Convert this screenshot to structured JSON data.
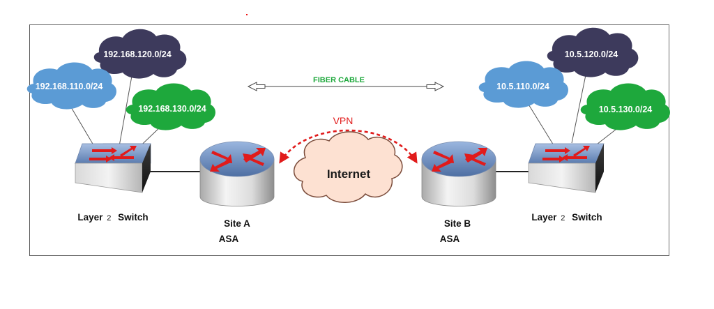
{
  "networks": {
    "site_a": [
      {
        "label": "192.168.120.0/24",
        "color": "#3d3a5c"
      },
      {
        "label": "192.168.110.0/24",
        "color": "#5b9bd5"
      },
      {
        "label": "192.168.130.0/24",
        "color": "#1ea83c"
      }
    ],
    "site_b": [
      {
        "label": "10.5.120.0/24",
        "color": "#3d3a5c"
      },
      {
        "label": "10.5.110.0/24",
        "color": "#5b9bd5"
      },
      {
        "label": "10.5.130.0/24",
        "color": "#1ea83c"
      }
    ]
  },
  "fiber_label": "FIBER CABLE",
  "vpn_label": "VPN",
  "internet_label": "Internet",
  "switches": {
    "left": {
      "label_pre": "Layer",
      "label_num": "2",
      "label_post": "Switch"
    },
    "right": {
      "label_pre": "Layer",
      "label_num": "2",
      "label_post": "Switch"
    }
  },
  "sites": {
    "a": {
      "name": "Site A",
      "device": "ASA"
    },
    "b": {
      "name": "Site B",
      "device": "ASA"
    }
  },
  "colors": {
    "fiber": "#1ea83c",
    "vpn": "#e11b1b",
    "arrow": "#e11b1b",
    "internet_fill": "#fde1d2",
    "internet_stroke": "#7a4b3a"
  }
}
